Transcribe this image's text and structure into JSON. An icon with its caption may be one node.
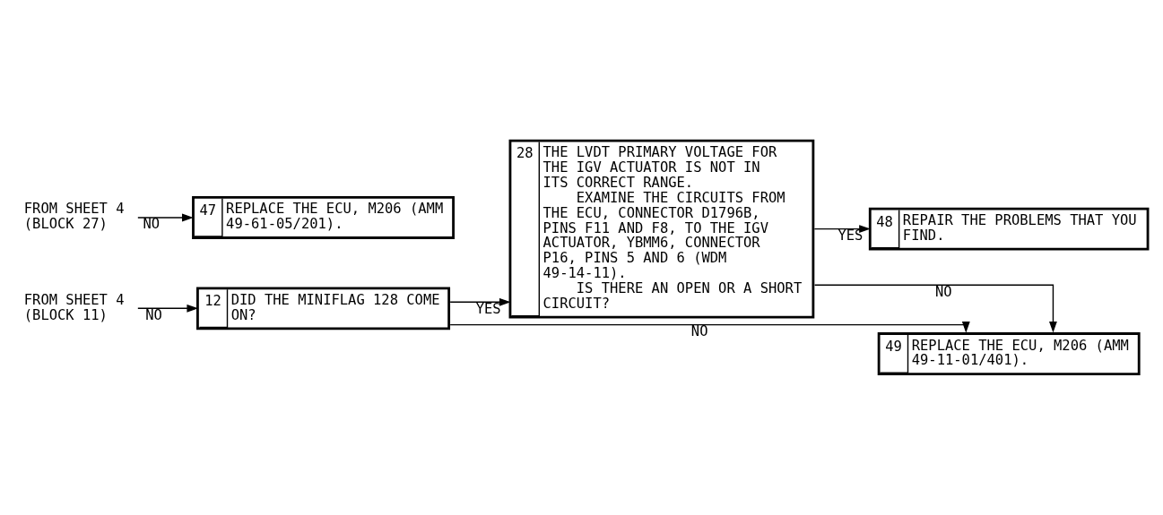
{
  "diagram": {
    "nodes": [
      {
        "text": [
          "FROM SHEET 4 (BLOCK 11)"
        ]
      },
      {
        "text": [
          "FROM SHEET 4 (BLOCK 27)"
        ]
      },
      {
        "text": [
          "47",
          "REPLACE THE ECU, M206 (AMM 49-61-05/201)."
        ]
      },
      {
        "text": [
          "12",
          "DID THE MINIFLAG 128 COME ON?"
        ]
      },
      {
        "text": [
          "28",
          "THE LVDT PRIMARY VOLTAGE FOR THE IGV ACTUATOR IS NOT IN ITS CORRECT RANGE.",
          "EXAMINE THE CIRCUITS FROM THE ECU, CONNECTOR D1796B, PINS F11 AND F8, TO THE IGV ACTUATOR, YBMM6, CONNECTOR P16, PINS 5 AND 6 (WDM 49-14-11).",
          "IS THERE AN OPEN OR A SHORT CIRCUIT?"
        ]
      },
      {
        "text": [
          "48",
          "REPAIR THE PROBLEMS THAT YOU FIND."
        ]
      },
      {
        "text": [
          "49",
          "REPLACE THE ECU, M206 (AMM 49-11-01/401)."
        ]
      }
    ],
    "edges": [
      {
        "from": 0,
        "to": 3,
        "arrow": "to",
        "label": "NO"
      },
      {
        "from": 1,
        "to": 2,
        "arrow": "to",
        "label": "NO"
      },
      {
        "from": 3,
        "to": 4,
        "arrow": "to",
        "label": "YES"
      },
      {
        "from": 4,
        "to": 5,
        "arrow": "to",
        "label": "YES"
      },
      {
        "from": 3,
        "to": 6,
        "arrow": "to",
        "label": "NO"
      },
      {
        "from": 4,
        "to": 6,
        "arrow": "to",
        "label": "NO"
      }
    ]
  }
}
